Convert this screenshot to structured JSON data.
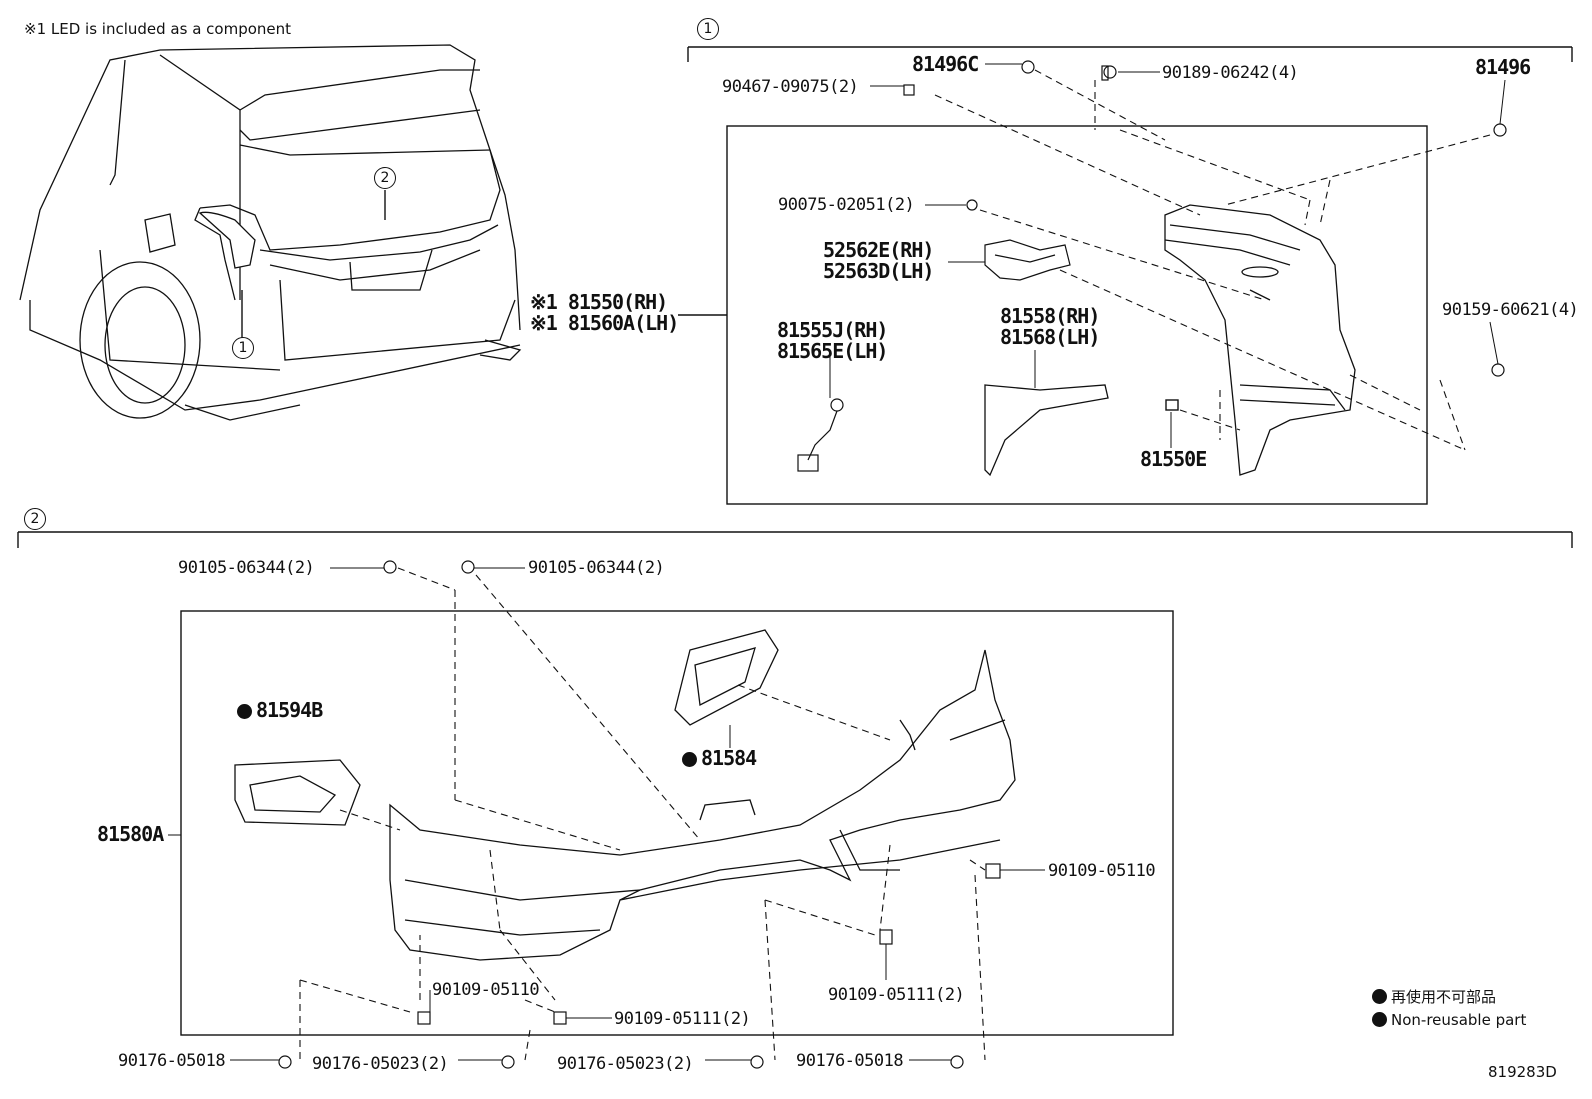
{
  "note_top": "※1 LED is included as a component",
  "callouts": {
    "one": "1",
    "two": "2"
  },
  "parts": {
    "p81496C": "81496C",
    "p90467": "90467-09075(2)",
    "p90189": "90189-06242(4)",
    "p81496": "81496",
    "p90075": "90075-02051(2)",
    "p52562E": "52562E(RH)",
    "p52563D": "52563D(LH)",
    "p81550": "※1 81550(RH)",
    "p81560A": "※1 81560A(LH)",
    "p81555J": "81555J(RH)",
    "p81565E": "81565E(LH)",
    "p81558": "81558(RH)",
    "p81568": "81568(LH)",
    "p90159": "90159-60621(4)",
    "p81550E": "81550E",
    "p90105a": "90105-06344(2)",
    "p90105b": "90105-06344(2)",
    "p81594B": "81594B",
    "p81584": "81584",
    "p81580A": "81580A",
    "p90109_05110a": "90109-05110",
    "p90109_05110b": "90109-05110",
    "p90109_05111a": "90109-05111(2)",
    "p90109_05111b": "90109-05111(2)",
    "p90176_05018a": "90176-05018",
    "p90176_05023a": "90176-05023(2)",
    "p90176_05023b": "90176-05023(2)",
    "p90176_05018b": "90176-05018"
  },
  "legend": {
    "jp": "再使用不可部品",
    "en": "Non-reusable part"
  },
  "figure_id": "819283D"
}
